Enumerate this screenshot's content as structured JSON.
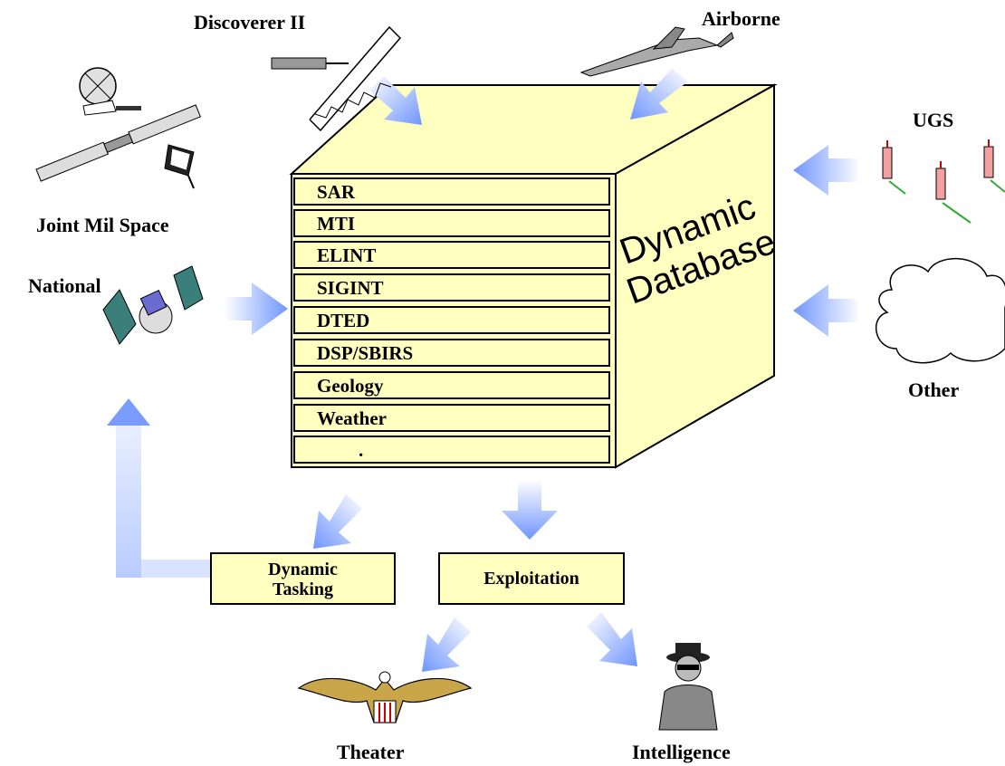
{
  "labels": {
    "discoverer": "Discoverer II",
    "airborne": "Airborne",
    "ugs": "UGS",
    "joint_mil_space": "Joint Mil Space",
    "national": "National",
    "other": "Other",
    "theater": "Theater",
    "intelligence": "Intelligence"
  },
  "database": {
    "title_line1": "Dynamic",
    "title_line2": "Database",
    "layers": [
      "SAR",
      "MTI",
      "ELINT",
      "SIGINT",
      "DTED",
      "DSP/SBIRS",
      "Geology",
      "Weather",
      "."
    ]
  },
  "boxes": {
    "tasking_line1": "Dynamic",
    "tasking_line2": "Tasking",
    "exploitation": "Exploitation"
  },
  "colors": {
    "fill": "#ffffc0",
    "arrow": "#7a9cff",
    "stroke": "#000000"
  },
  "icons": [
    "satellite-dish-icon",
    "satellite-icon",
    "spacecraft-icon",
    "truss-satellite-icon",
    "aircraft-icon",
    "sensor-probe-icon",
    "cloud-icon",
    "eagle-icon",
    "agent-icon"
  ]
}
